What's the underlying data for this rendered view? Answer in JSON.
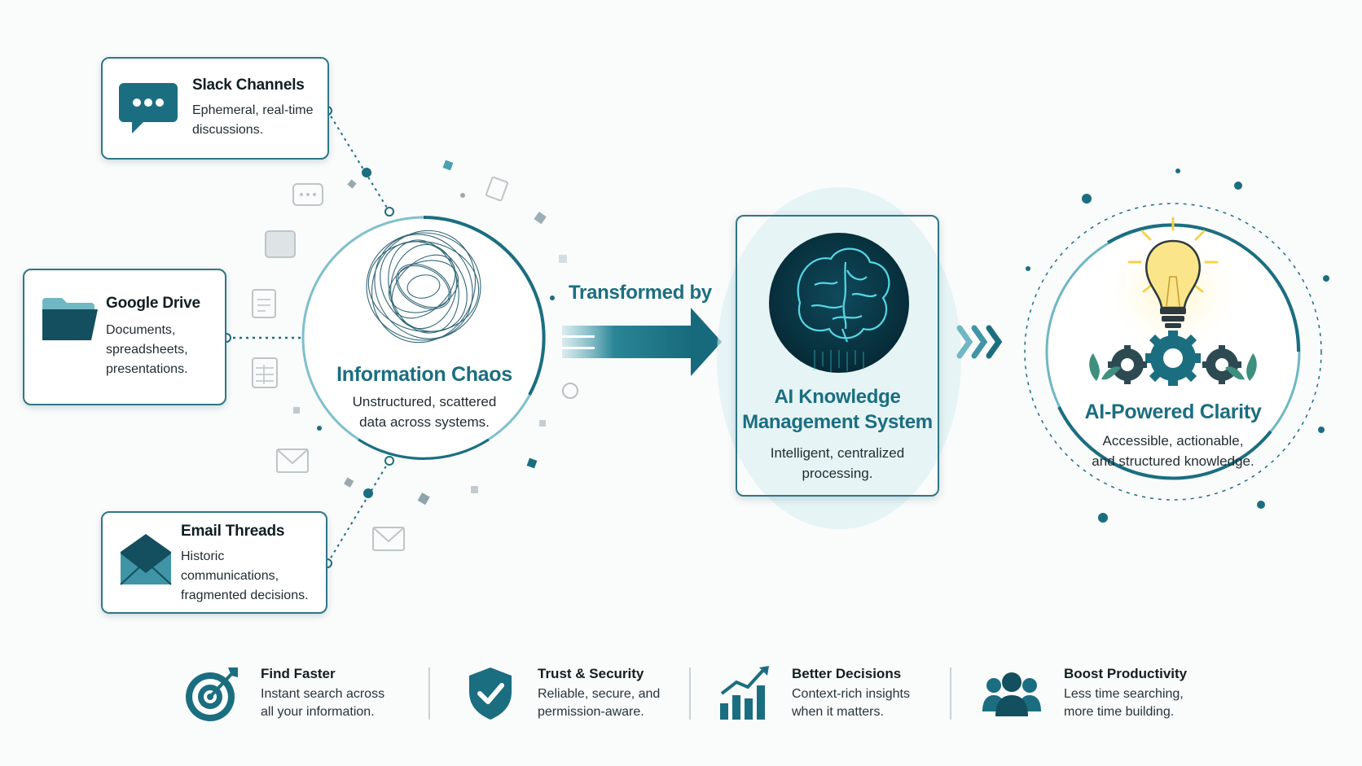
{
  "sources": [
    {
      "title": "Slack Channels",
      "lines": [
        "Ephemeral, real-time",
        "discussions."
      ],
      "icon": "chat-bubble-icon"
    },
    {
      "title": "Google Drive",
      "lines": [
        "Documents,",
        "spreadsheets,",
        "presentations."
      ],
      "icon": "folder-icon"
    },
    {
      "title": "Email Threads",
      "lines": [
        "Historic",
        "communications,",
        "fragmented decisions."
      ],
      "icon": "envelope-icon"
    }
  ],
  "chaos": {
    "title": "Information Chaos",
    "lines": [
      "Unstructured, scattered",
      "data across systems."
    ]
  },
  "transform_label": "Transformed by",
  "ai_system": {
    "title_lines": [
      "AI Knowledge",
      "Management System"
    ],
    "lines": [
      "Intelligent, centralized",
      "processing."
    ]
  },
  "clarity": {
    "title": "AI-Powered Clarity",
    "lines": [
      "Accessible, actionable,",
      "and structured knowledge."
    ]
  },
  "benefits": [
    {
      "title": "Find Faster",
      "lines": [
        "Instant search across",
        "all your information."
      ],
      "icon": "target-icon"
    },
    {
      "title": "Trust & Security",
      "lines": [
        "Reliable, secure, and",
        "permission-aware."
      ],
      "icon": "shield-check-icon"
    },
    {
      "title": "Better Decisions",
      "lines": [
        "Context-rich insights",
        "when it matters."
      ],
      "icon": "bar-chart-icon"
    },
    {
      "title": "Boost Productivity",
      "lines": [
        "Less time searching,",
        "more time building."
      ],
      "icon": "team-icon"
    }
  ],
  "colors": {
    "primary": "#1b6e80",
    "dark": "#134f5e",
    "light": "#6fb7c3",
    "bulb": "#f5d24a"
  }
}
